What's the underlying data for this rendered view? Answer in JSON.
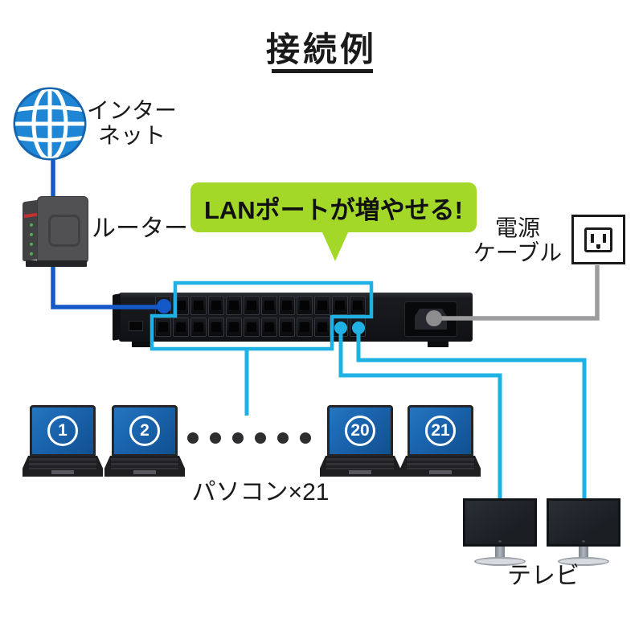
{
  "title": {
    "text": "接続例"
  },
  "internet": {
    "lines": [
      "インター",
      "ネット"
    ]
  },
  "router": {
    "label": "ルーター"
  },
  "callout": {
    "text": "LANポートが増やせる!",
    "color": "#a3d829"
  },
  "power": {
    "lines": [
      "電源",
      "ケーブル"
    ]
  },
  "switch_device": {
    "ports": {
      "rows": 2,
      "per_row": 12
    }
  },
  "pcs": {
    "numbers": [
      "1",
      "2",
      "20",
      "21"
    ],
    "ellipsis_dots": 6,
    "label": "パソコン×21"
  },
  "tvs": {
    "label": "テレビ",
    "count": 2
  },
  "colors": {
    "line_blue": "#1558c8",
    "line_cyan": "#1fb0e4",
    "line_gray": "#9c9c9e",
    "plug_gray": "#8d8d8f",
    "callout_green": "#a3d829",
    "laptop_screen_blue": "#1a63ad",
    "globe_blue": "#1e86d4"
  }
}
